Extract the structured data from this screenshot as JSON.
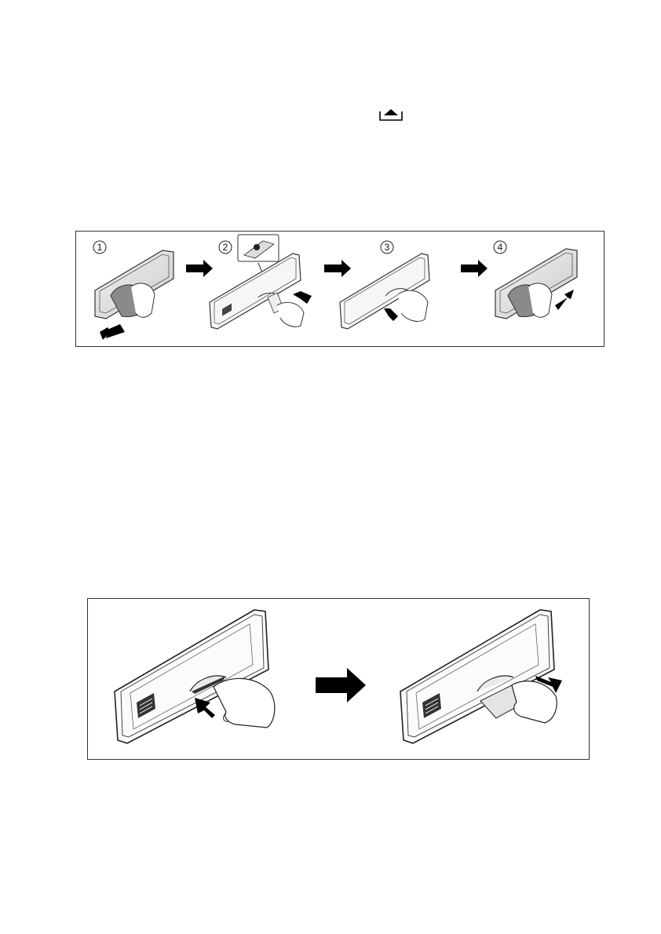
{
  "icons": {
    "eject": "eject-icon",
    "arrow": "arrow-right-icon"
  },
  "figure1": {
    "steps": [
      {
        "number": "1"
      },
      {
        "number": "2"
      },
      {
        "number": "3"
      },
      {
        "number": "4"
      }
    ]
  },
  "figure2": {}
}
